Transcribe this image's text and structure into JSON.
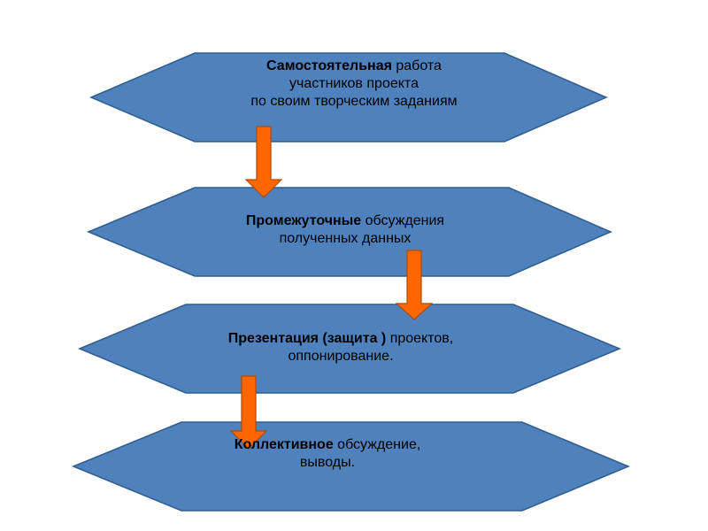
{
  "diagram": {
    "steps": [
      {
        "bold": "Самостоятельная",
        "rest_line1": " работа",
        "line2": "участников проекта",
        "line3": "по своим творческим заданиям"
      },
      {
        "bold": "Промежуточные",
        "rest_line1": " обсуждения",
        "line2": "полученных данных"
      },
      {
        "bold": "Презентация (защита )",
        "rest_line1": " проектов,",
        "line2": "оппонирование."
      },
      {
        "bold": "Коллективное",
        "rest_line1": " обсуждение,",
        "line2": "выводы."
      }
    ],
    "colors": {
      "hexagon_fill": "#4f81bd",
      "hexagon_stroke": "#2f5d8f",
      "arrow_fill": "#ff6600",
      "arrow_stroke": "#b04a00"
    }
  }
}
